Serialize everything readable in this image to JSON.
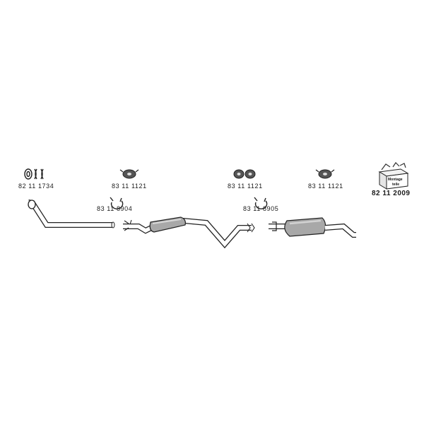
{
  "parts": [
    {
      "id": "gasket",
      "number": "82 11 1734",
      "icon": "gasket-ring-icon"
    },
    {
      "id": "hanger-1",
      "number": "83 11 1121",
      "icon": "rubber-hanger-icon"
    },
    {
      "id": "clamp-1",
      "number": "83 11 8904",
      "icon": "pipe-clamp-icon"
    },
    {
      "id": "hanger-pair",
      "number": "83 11 1121",
      "icon": "rubber-hanger-pair-icon"
    },
    {
      "id": "clamp-2",
      "number": "83 11 8905",
      "icon": "pipe-clamp-icon"
    },
    {
      "id": "hanger-3",
      "number": "83 11 1121",
      "icon": "rubber-hanger-icon"
    },
    {
      "id": "mounting-kit",
      "number": "82 11 2009",
      "icon": "mounting-kit-box-icon",
      "box_text_1": "Montage",
      "box_text_2": "teile"
    }
  ],
  "pipes": [
    {
      "id": "front-pipe",
      "icon": "front-exhaust-pipe-icon"
    },
    {
      "id": "middle-silencer",
      "icon": "middle-silencer-icon"
    },
    {
      "id": "rear-silencer",
      "icon": "rear-silencer-icon"
    }
  ]
}
